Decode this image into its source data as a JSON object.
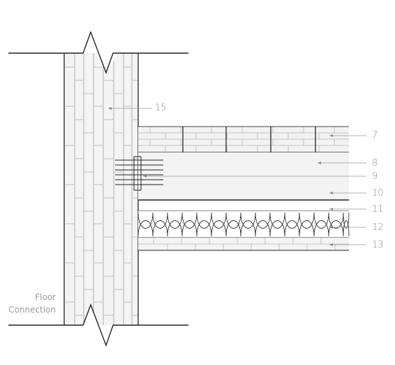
{
  "detail": {
    "caption_lines": [
      "Floor",
      "Connection"
    ],
    "callouts": [
      {
        "id": "c15",
        "label": "15"
      },
      {
        "id": "c7",
        "label": "7"
      },
      {
        "id": "c8",
        "label": "8"
      },
      {
        "id": "c9",
        "label": "9"
      },
      {
        "id": "c10",
        "label": "10"
      },
      {
        "id": "c11",
        "label": "11"
      },
      {
        "id": "c12",
        "label": "12"
      },
      {
        "id": "c13",
        "label": "13"
      }
    ]
  }
}
